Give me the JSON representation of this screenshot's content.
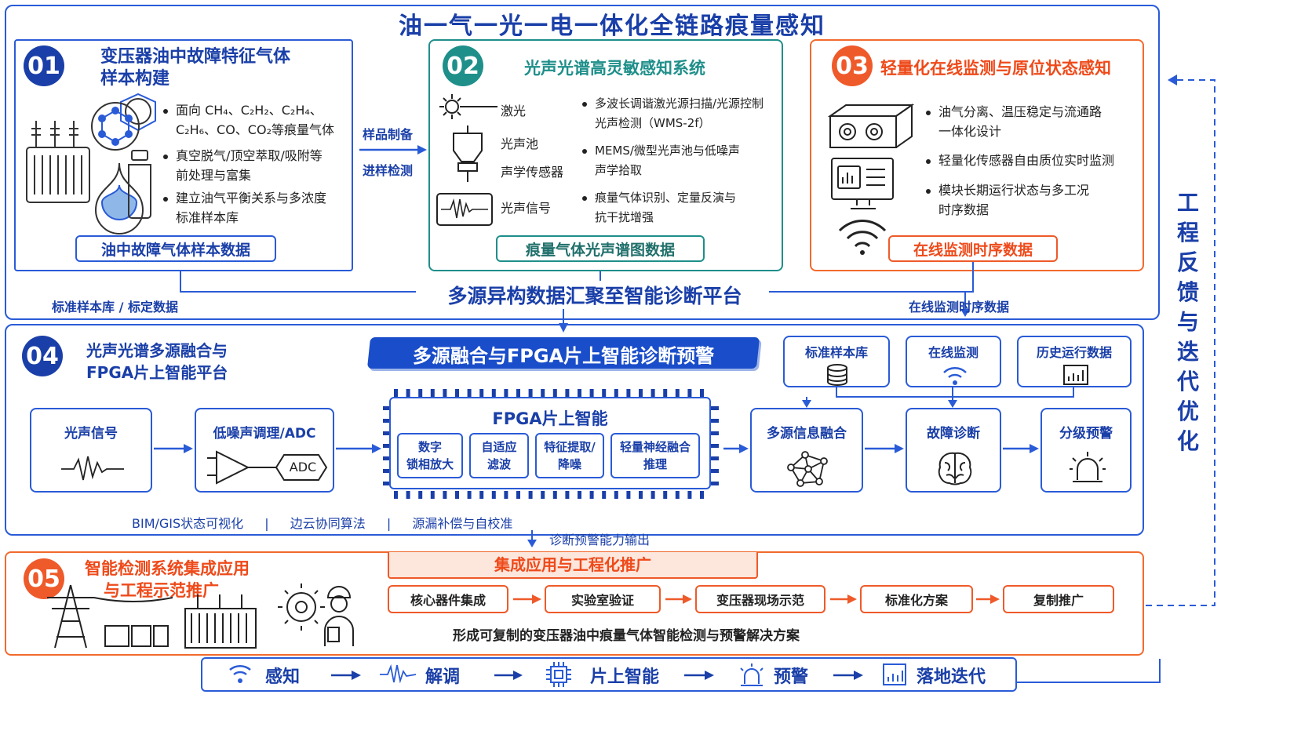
{
  "main_title": "油一气一光一电一体化全链路痕量感知",
  "side_label": [
    "工",
    "程",
    "反",
    "馈",
    "与",
    "迭",
    "代",
    "优",
    "化"
  ],
  "sec01": {
    "num": "01",
    "title_line1": "变压器油中故障特征气体",
    "title_line2": "样本构建",
    "bullets": [
      {
        "l1": "面向 CH₄、C₂H₂、C₂H₄、",
        "l2": "C₂H₆、CO、CO₂等痕量气体"
      },
      {
        "l1": "真空脱气/顶空萃取/吸附等",
        "l2": "前处理与富集"
      },
      {
        "l1": "建立油气平衡关系与多浓度",
        "l2": "标准样本库"
      }
    ],
    "output": "油中故障气体样本数据"
  },
  "arrow_12": {
    "top": "样品制备",
    "bottom": "进样检测"
  },
  "sec02": {
    "num": "02",
    "title": "光声光谱高灵敏感知系统",
    "components": [
      "激光",
      "光声池",
      "声学传感器",
      "光声信号"
    ],
    "bullets": [
      {
        "l1": "多波长调谐激光源扫描/光源控制",
        "l2": "光声检测（WMS-2f）"
      },
      {
        "l1": "MEMS/微型光声池与低噪声",
        "l2": "声学拾取"
      },
      {
        "l1": "痕量气体识别、定量反演与",
        "l2": "抗干扰增强"
      }
    ],
    "output": "痕量气体光声谱图数据"
  },
  "sec03": {
    "num": "03",
    "title": "轻量化在线监测与原位状态感知",
    "bullets": [
      {
        "l1": "油气分离、温压稳定与流通路",
        "l2": "一体化设计"
      },
      {
        "l1": "轻量化传感器自由质位实时监测",
        "l2": ""
      },
      {
        "l1": "模块长期运行状态与多工况",
        "l2": "时序数据"
      }
    ],
    "output": "在线监测时序数据"
  },
  "aggregate": {
    "title": "多源异构数据汇聚至智能诊断平台",
    "left_label": "标准样本库 / 标定数据",
    "right_label": "在线监测时序数据"
  },
  "sec04": {
    "num": "04",
    "title_line1": "光声光谱多源融合与",
    "title_line2": "FPGA片上智能平台",
    "banner": "多源融合与FPGA片上智能诊断预警",
    "sources": [
      "标准样本库",
      "在线监测",
      "历史运行数据"
    ],
    "pipeline": {
      "signal": "光声信号",
      "adc_title": "低噪声调理/ADC",
      "adc_chip": "ADC",
      "fpga_title": "FPGA片上智能",
      "fpga_blocks": [
        {
          "l1": "数字",
          "l2": "锁相放大"
        },
        {
          "l1": "自适应",
          "l2": "滤波"
        },
        {
          "l1": "特征提取/",
          "l2": "降噪"
        },
        {
          "l1": "轻量神经融合",
          "l2": "推理"
        }
      ],
      "fusion": "多源信息融合",
      "diagnosis": "故障诊断",
      "warning": "分级预警"
    },
    "footer": [
      "BIM/GIS状态可视化",
      "|",
      "边云协同算法",
      "|",
      "源漏补偿与自校准"
    ],
    "output_label": "诊断预警能力输出"
  },
  "sec05": {
    "num": "05",
    "title_line1": "智能检测系统集成应用",
    "title_line2": "与工程示范推广",
    "banner": "集成应用与工程化推广",
    "steps": [
      "核心器件集成",
      "实验室验证",
      "变压器现场示范",
      "标准化方案",
      "复制推广"
    ],
    "summary": "形成可复制的变压器油中痕量气体智能检测与预警解决方案"
  },
  "bottom_flow": [
    "感知",
    "解调",
    "片上智能",
    "预警",
    "落地迭代"
  ],
  "colors": {
    "primary": "#1a3fa8",
    "accent_blue": "#2a5bd7",
    "teal": "#1f8f8a",
    "orange": "#ee5a2a"
  }
}
